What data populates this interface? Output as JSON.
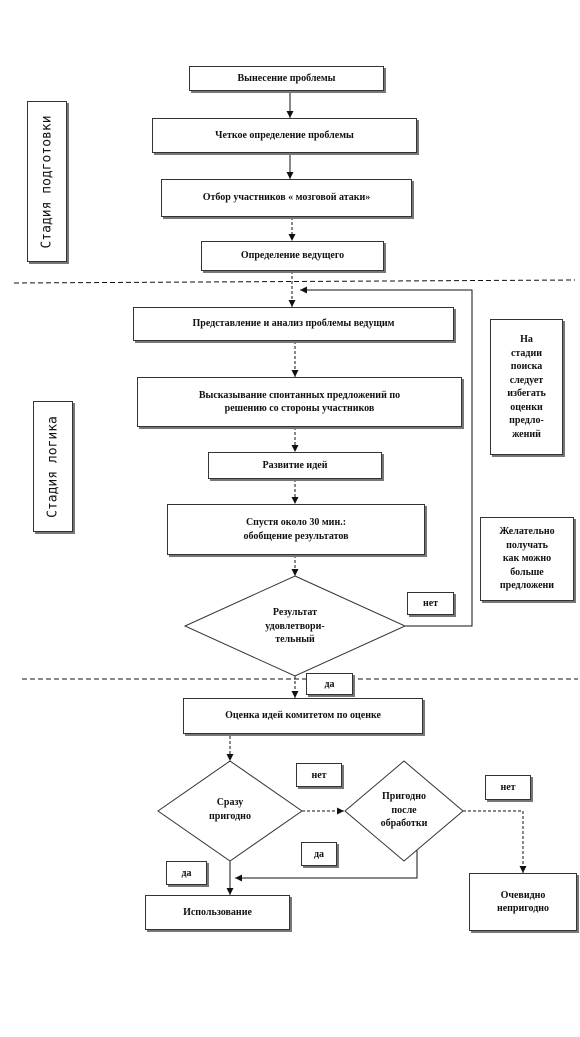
{
  "stages": {
    "preparation": "Стадия подготовки",
    "logic": "Стадия логика"
  },
  "steps": {
    "problem_statement": "Вынесение проблемы",
    "problem_definition": "Четкое определение проблемы",
    "participants": "Отбор участников « мозговой атаки»",
    "leader": "Определение ведущего",
    "presentation": "Представление и анализ проблемы ведущим",
    "proposals": [
      "Высказывание спонтанных предложений по",
      "решению со стороны участников"
    ],
    "development": "Развитие идей",
    "summary": [
      "Спустя около 30 мин.:",
      "обобщение результатов"
    ],
    "evaluation": "Оценка идей комитетом по оценке",
    "usage": "Использование",
    "unsuitable": [
      "Очевидно",
      "непригодно"
    ]
  },
  "decisions": {
    "result_ok": [
      "Результат",
      "удовлетвори-",
      "тельный"
    ],
    "suitable_now": [
      "Сразу",
      "пригодно"
    ],
    "suitable_after": [
      "Пригодно",
      "после",
      "обработки"
    ]
  },
  "notes": {
    "avoid_eval": [
      "На",
      "стадии",
      "поиска",
      "следует",
      "избегать",
      "оценки",
      "предло-",
      "жений"
    ],
    "many_proposals": [
      "Желательно",
      "получать",
      "как можно",
      "больше",
      "предложени"
    ]
  },
  "labels": {
    "no_result": "нет",
    "yes_result": "да",
    "no_suitable": "нет",
    "yes_after": "да",
    "no_after": "нет",
    "yes_suitable": "да"
  }
}
